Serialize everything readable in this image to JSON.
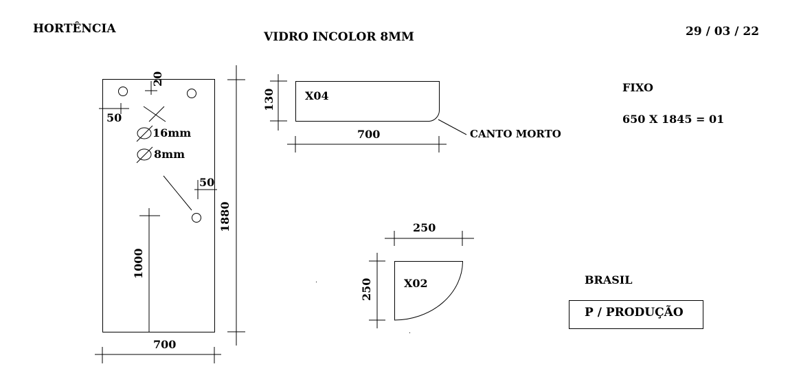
{
  "header": {
    "client": "HORTÊNCIA",
    "material": "VIDRO INCOLOR 8MM",
    "date": "29 / 03 / 22"
  },
  "main_piece": {
    "width_label": "700",
    "height_label": "1880",
    "hinge_height_label": "1000",
    "hole_top_offset_label": "20",
    "hole_side_offset_label": "50",
    "knob_offset_label": "50",
    "hole_16_label": "16mm",
    "hole_8_label": "8mm"
  },
  "piece_x04": {
    "code": "X04",
    "width_label": "700",
    "height_label": "130",
    "corner_note": "CANTO MORTO"
  },
  "piece_x02": {
    "code": "X02",
    "width_label": "250",
    "height_label": "250"
  },
  "fixed_panel": {
    "title": "FIXO",
    "spec": "650 X 1845 = 01"
  },
  "footer": {
    "brand": "BRASIL",
    "stamp": "P / PRODUÇÃO"
  }
}
